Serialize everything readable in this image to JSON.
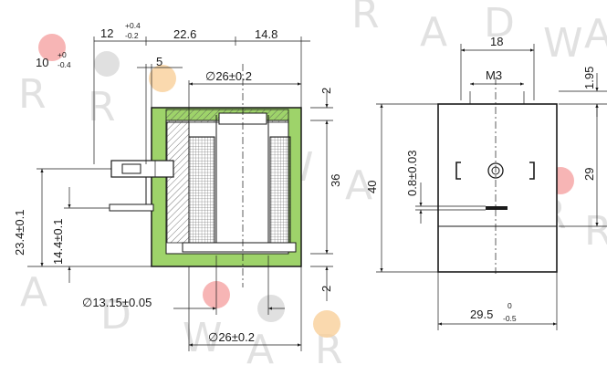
{
  "watermark": {
    "letters": [
      "R",
      "A",
      "D",
      "W",
      "A",
      "R",
      "R",
      "A",
      "D",
      "W",
      "A",
      "R",
      "R",
      "A",
      "D",
      "W",
      "A",
      "R"
    ]
  },
  "colors": {
    "insulation": "#9ed36a",
    "housing_outline": "#1a1a1a",
    "hatch": "#555555",
    "dot_red": "#f5a3a3",
    "dot_gray": "#d8d8d8",
    "dot_orange": "#f9cf9a"
  },
  "section_view": {
    "dims": {
      "d12": {
        "main": "12",
        "sup_top": "+0.4",
        "sup_bot": "-0.2"
      },
      "d10": {
        "main": "10",
        "sup_top": "+0",
        "sup_bot": "-0.4"
      },
      "d5": "5",
      "d22_6": "22.6",
      "d14_8": "14.8",
      "d26_top": "∅26±0.2",
      "d2_top": "2",
      "d36": "36",
      "d2_bot": "2",
      "d23_4": "23.4±0.1",
      "d14_4": "14.4±0.1",
      "d13_15": "∅13.15±0.05",
      "d26_bot": "∅26±0.2"
    }
  },
  "side_view": {
    "dims": {
      "d18": "18",
      "d1_95": "1.95",
      "m3": "M3",
      "d0_8": "0.8±0.03",
      "d40": "40",
      "d29": "29",
      "d29_5": {
        "main": "29.5",
        "sup_top": "0",
        "sup_bot": "-0.5"
      }
    }
  }
}
